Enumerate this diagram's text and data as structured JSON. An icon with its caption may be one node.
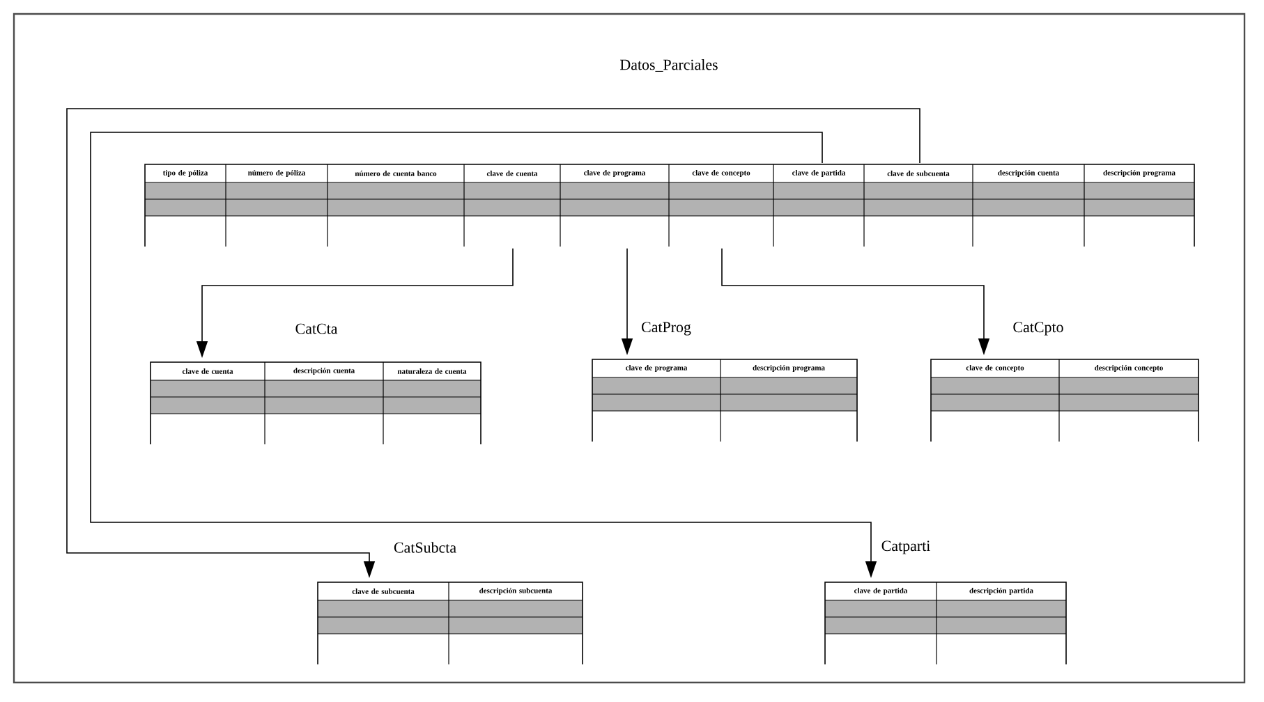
{
  "diagram": {
    "nodes": [
      {
        "text": [
          "Datos_Parciales",
          "tipo de póliza",
          "número de póliza",
          "número de cuenta banco",
          "clave de cuenta",
          "clave de programa",
          "clave de concepto",
          "clave de partida",
          "clave de subcuenta",
          "descripción cuenta",
          "descripción programa"
        ]
      },
      {
        "text": [
          "CatCta",
          "clave de cuenta",
          "descripción cuenta",
          "naturaleza de cuenta"
        ]
      },
      {
        "text": [
          "CatProg",
          "clave de programa",
          "descripción programa"
        ]
      },
      {
        "text": [
          "CatCpto",
          "clave de concepto",
          "descripción concepto"
        ]
      },
      {
        "text": [
          "CatSubcta",
          "clave de subcuenta",
          "descripción subcuenta"
        ]
      },
      {
        "text": [
          "Catparti",
          "clave de partida",
          "descripción partida"
        ]
      }
    ],
    "edges": [
      {
        "from": 0,
        "to": 1,
        "arrow": "to"
      },
      {
        "from": 0,
        "to": 2,
        "arrow": "to"
      },
      {
        "from": 0,
        "to": 3,
        "arrow": "to"
      },
      {
        "from": 0,
        "to": 4,
        "arrow": "to"
      },
      {
        "from": 0,
        "to": 5,
        "arrow": "to"
      }
    ]
  }
}
